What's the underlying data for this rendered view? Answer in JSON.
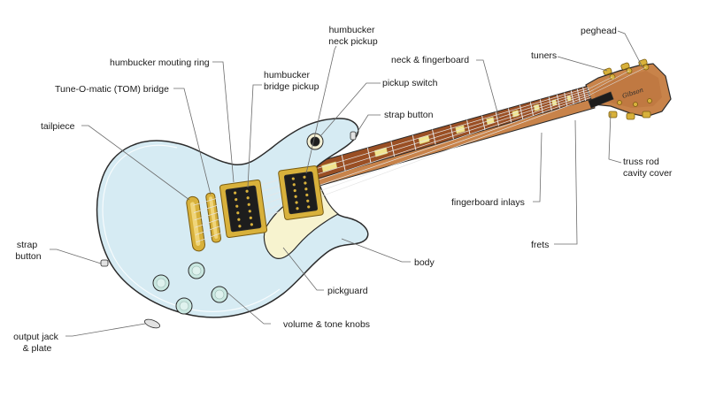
{
  "colors": {
    "body_fill": "#d6ebf3",
    "outline": "#2b2b2b",
    "pickguard": "#f7f3cf",
    "neck_wood": "#c8834a",
    "fretboard": "#9a4f24",
    "inlay": "#f1e58f",
    "gold_hardware": "#d8b13b",
    "knob": "#c9e7e0",
    "label_text": "#1a1a1a",
    "leader_line": "#6b6b6b"
  },
  "headstock_logo": "Gibson",
  "labels": {
    "peghead": "peghead",
    "tuners": "tuners",
    "humbucker_neck_pickup": [
      "humbucker",
      "neck pickup"
    ],
    "neck_fingerboard": "neck & fingerboard",
    "humbucker_mounting_ring": "humbucker mouting ring",
    "humbucker_bridge_pickup": [
      "humbucker",
      "bridge pickup"
    ],
    "pickup_switch": "pickup switch",
    "tom_bridge": "Tune-O-matic (TOM) bridge",
    "strap_button_top": "strap button",
    "tailpiece": "tailpiece",
    "truss_rod_cover": [
      "truss rod",
      "cavity cover"
    ],
    "fingerboard_inlays": "fingerboard inlays",
    "frets": "frets",
    "strap_button_left": [
      "strap",
      "button"
    ],
    "body": "body",
    "pickguard": "pickguard",
    "volume_tone_knobs": "volume & tone knobs",
    "output_jack_plate": [
      "output jack",
      "& plate"
    ]
  }
}
